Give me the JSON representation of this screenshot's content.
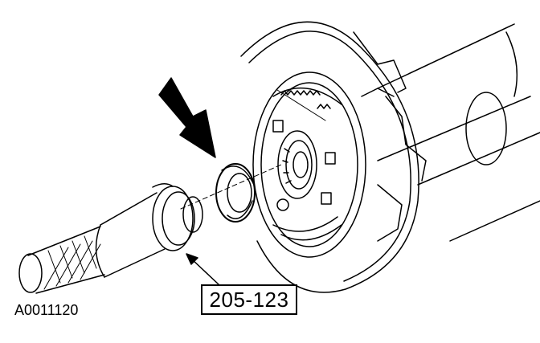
{
  "figure": {
    "figure_id": "A0011120",
    "tool_callout": "205-123"
  },
  "colors": {
    "line": "#000000",
    "background": "#ffffff",
    "pointer_arrow": "#000000"
  },
  "icons": {
    "pointer": "bold-down-right-arrow",
    "leader": "thin-leader-arrow"
  }
}
